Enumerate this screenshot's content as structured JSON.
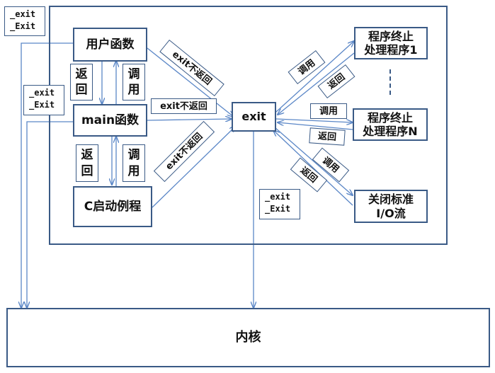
{
  "nodes": {
    "user_functions": "用户函数",
    "main_function": "main函数",
    "c_startup": "C启动例程",
    "exit": "exit",
    "exit_handler_1": [
      "程序终止",
      "处理程序1"
    ],
    "exit_handler_n": [
      "程序终止",
      "处理程序N"
    ],
    "close_stdio": [
      "关闭标准",
      "I/O流"
    ],
    "kernel": "内核"
  },
  "labels": {
    "return_chars": [
      "返",
      "回"
    ],
    "call_chars": [
      "调",
      "用"
    ],
    "call": "调用",
    "return": "返回",
    "exit_no_return": "exit不返回",
    "underscore_exit": "_exit",
    "capital_exit": "_Exit"
  },
  "colors": {
    "border": "#3a5a86",
    "arrow": "#5b87c7"
  }
}
